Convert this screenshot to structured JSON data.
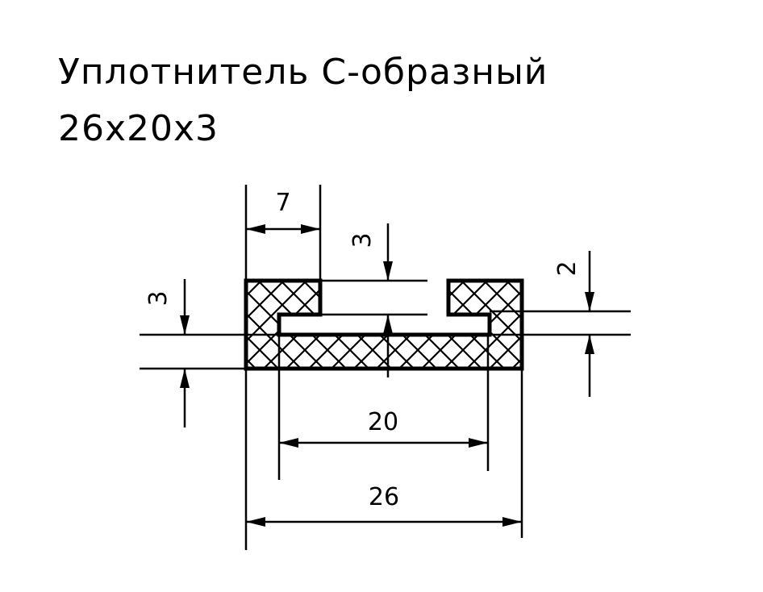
{
  "title": {
    "line1": "Уплотнитель С-образный",
    "line2": "26x20x3"
  },
  "dimensions": {
    "width_total": "26",
    "width_inner": "20",
    "lip_width": "7",
    "slot_height": "3",
    "wall_thickness": "3",
    "gap": "2"
  },
  "colors": {
    "line": "#000000",
    "background": "#ffffff"
  }
}
